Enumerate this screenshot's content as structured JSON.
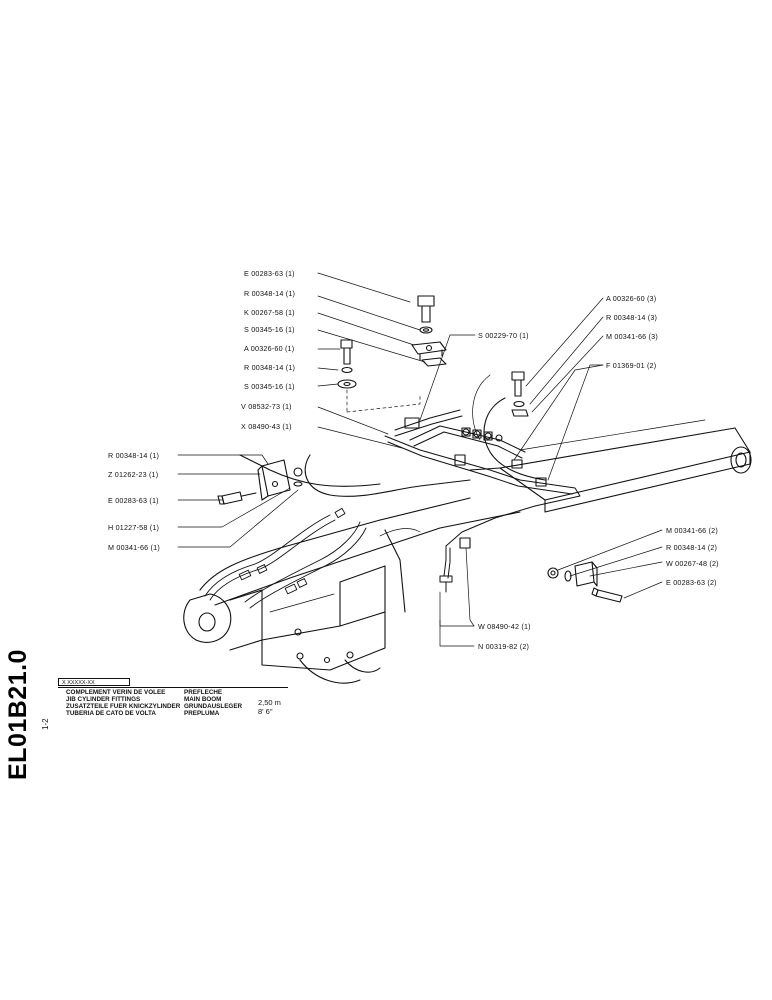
{
  "document": {
    "drawing_code": "EL01B21.0",
    "sheet_mark": "1-2",
    "title_block": {
      "code": "X XXXXX-XX",
      "left_lines": [
        "COMPLEMENT VERIN DE VOLEE",
        "JIB CYLINDER FITTINGS",
        "ZUSATZTEILE FUER KNICKZYLINDER",
        "TUBERIA DE CATO DE VOLTA"
      ],
      "mid_lines": [
        "PREFLECHE",
        "MAIN BOOM",
        "GRUNDAUSLEGER",
        "PREPLUMA"
      ],
      "size_metric": "2,50 m",
      "size_imperial": "8' 6\""
    }
  },
  "parts": {
    "top_left": [
      "E 00283-63 (1)",
      "R 00348-14 (1)",
      "K 00267-58 (1)",
      "S 00345-16 (1)",
      "A 00326-60 (1)",
      "R 00348-14 (1)",
      "S 00345-16 (1)",
      "V 08532-73 (1)",
      "X 08490-43 (1)"
    ],
    "center_top": "S 00229-70 (1)",
    "top_right": [
      "A 00326-60 (3)",
      "R 00348-14 (3)",
      "M 00341-66 (3)",
      "F 01369-01 (2)"
    ],
    "mid_left": [
      "R 00348-14 (1)",
      "Z 01262-23 (1)",
      "E 00283-63 (1)",
      "H 01227-58 (1)",
      "M 00341-66 (1)"
    ],
    "lower_right": [
      "M 00341-66 (2)",
      "R 00348-14 (2)",
      "W 00267-48 (2)",
      "E 00283-63 (2)"
    ],
    "bottom_center": [
      "W 08490-42 (1)",
      "N 00319-82 (2)"
    ]
  }
}
